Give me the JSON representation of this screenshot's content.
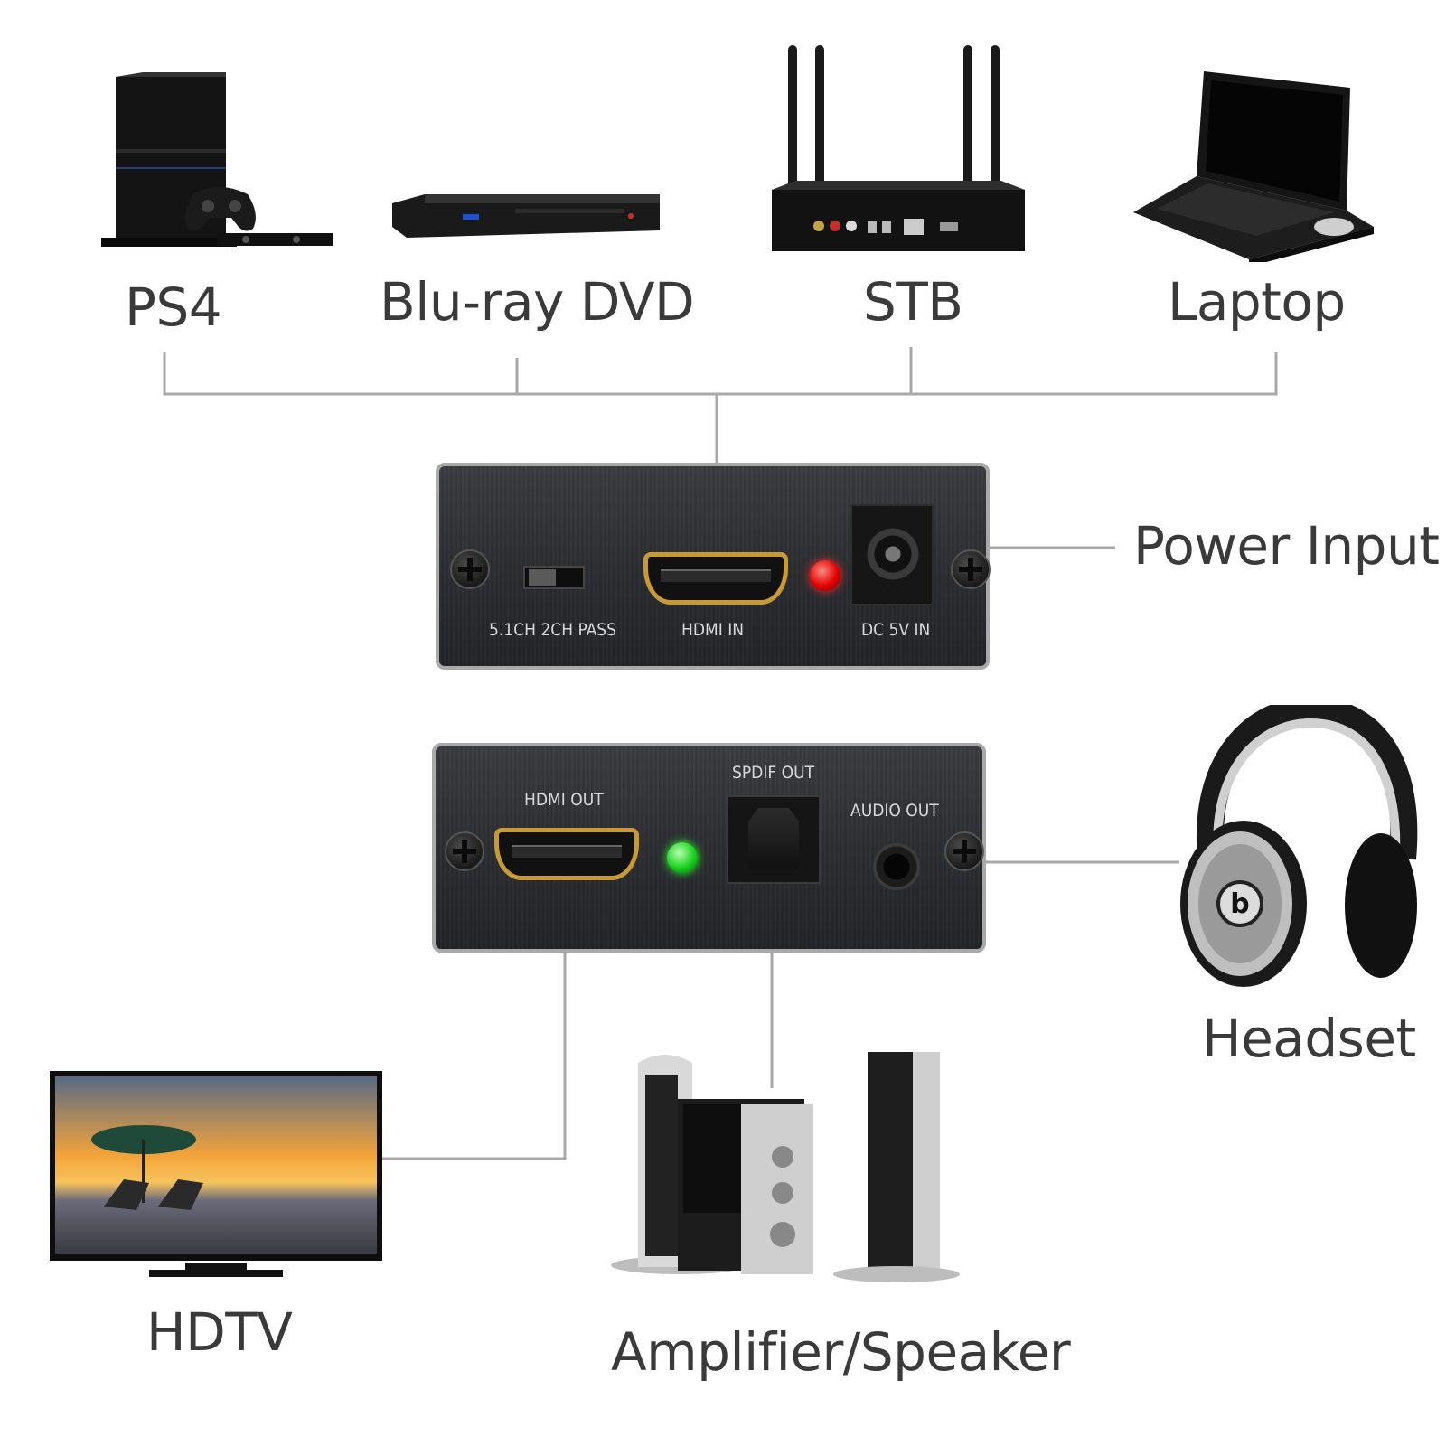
{
  "sources": {
    "ps4": "PS4",
    "bluray": "Blu-ray DVD",
    "stb": "STB",
    "laptop": "Laptop"
  },
  "power_input": "Power Input",
  "headset": "Headset",
  "hdtv": "HDTV",
  "amplifier": "Amplifier/Speaker",
  "input_panel": {
    "switch_label": "5.1CH 2CH PASS",
    "hdmi_in": "HDMI IN",
    "dc_in": "DC 5V IN",
    "led_color": "#e00000"
  },
  "output_panel": {
    "hdmi_out": "HDMI OUT",
    "spdif_out": "SPDIF OUT",
    "audio_out": "AUDIO OUT",
    "led_color": "#19d11e"
  },
  "colors": {
    "connector_line": "#a8a8a8",
    "label_text": "#3a3a3a",
    "hdmi_gold": "#c79a35"
  }
}
